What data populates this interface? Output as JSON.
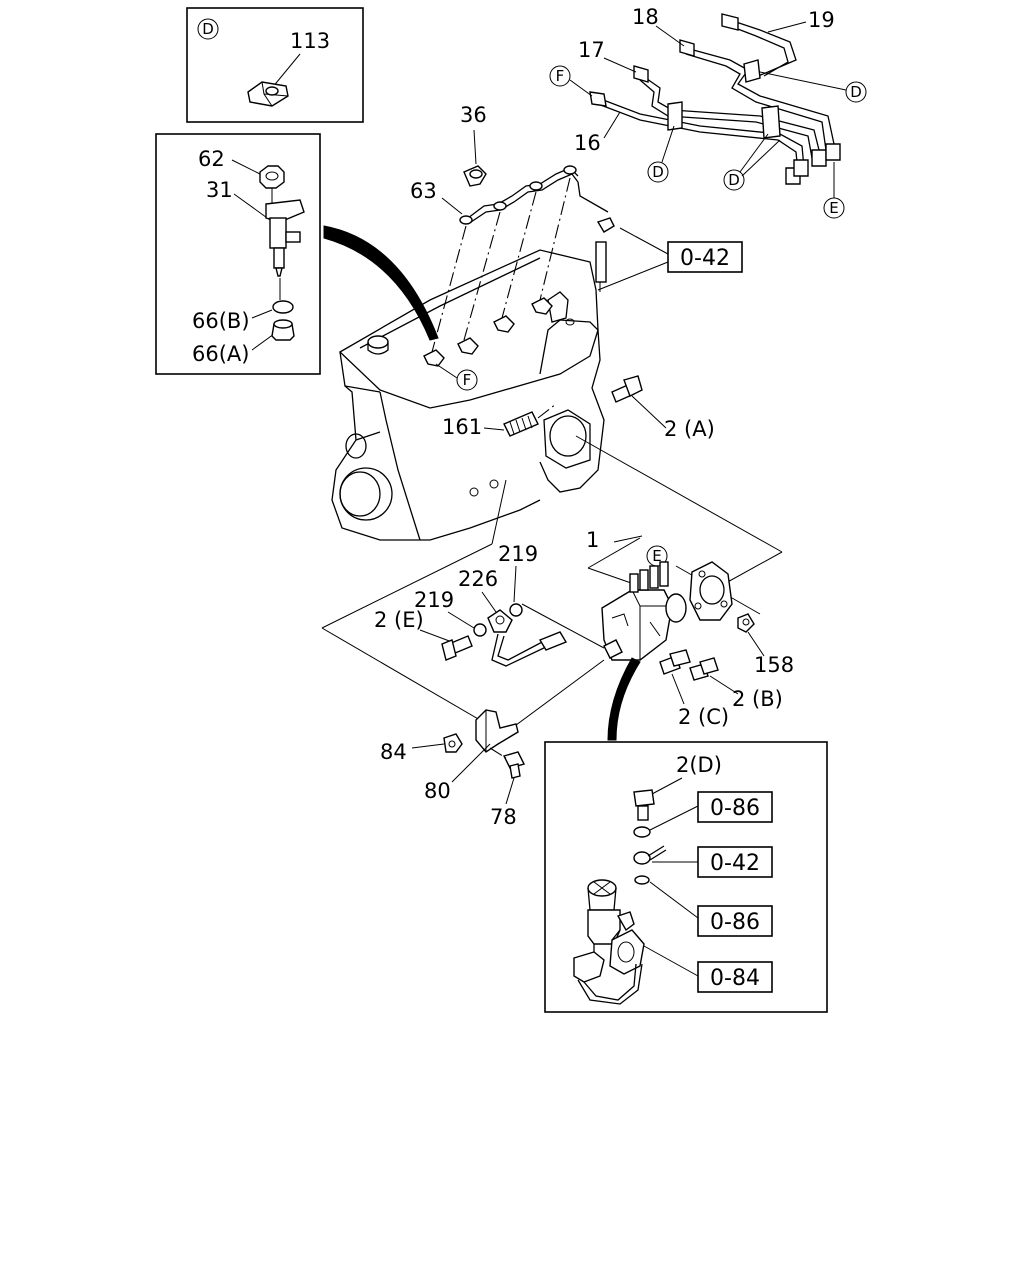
{
  "callouts": {
    "c113": "113",
    "c62": "62",
    "c31": "31",
    "c66b": "66(B)",
    "c66a": "66(A)",
    "c36": "36",
    "c63": "63",
    "c161": "161",
    "c2a": "2 (A)",
    "c18": "18",
    "c19": "19",
    "c17": "17",
    "c16": "16",
    "c1": "1",
    "c219a": "219",
    "c219b": "219",
    "c226": "226",
    "c2e": "2 (E)",
    "c158": "158",
    "c2b": "2 (B)",
    "c2c": "2 (C)",
    "c84": "84",
    "c80": "80",
    "c78": "78",
    "c2d": "2(D)"
  },
  "markers": {
    "d_inset": "D",
    "d_right": "D",
    "d_mid1": "D",
    "d_mid2": "D",
    "e_top": "E",
    "e_pump": "E",
    "f_top": "F",
    "f_engine": "F"
  },
  "refs": {
    "r042_top": "0-42",
    "r086_a": "0-86",
    "r042_b": "0-42",
    "r086_b": "0-86",
    "r084": "0-84"
  }
}
